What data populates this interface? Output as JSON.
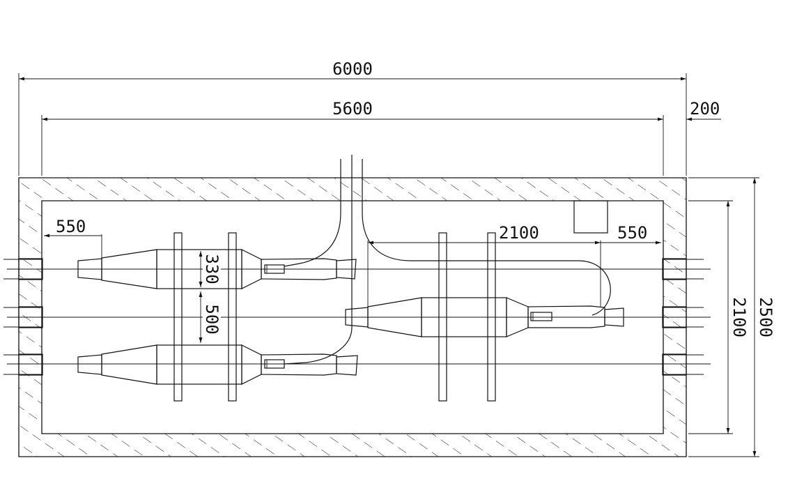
{
  "colors": {
    "line": "#111111",
    "background": "#ffffff"
  },
  "dimensions": {
    "outer_length": "6000",
    "inner_length": "5600",
    "wall_thickness": "200",
    "left_offset": "550",
    "right_offset": "550",
    "joint_span": "2100",
    "outer_width": "2500",
    "inner_width": "2100",
    "spacing_upper": "330",
    "spacing_lower": "500"
  }
}
